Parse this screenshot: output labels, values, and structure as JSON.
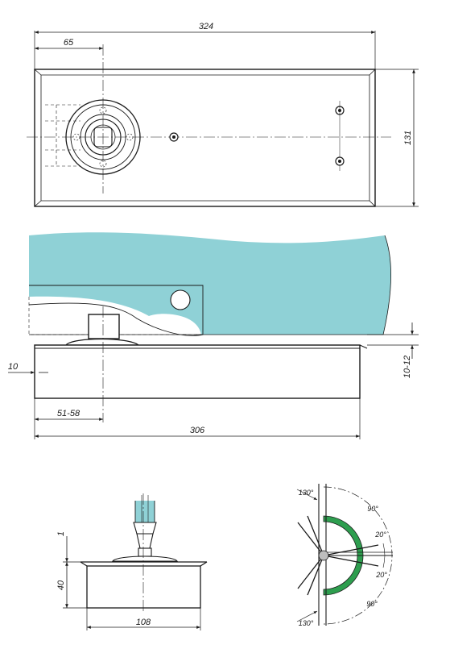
{
  "top_view": {
    "dim_total_length": "324",
    "dim_spindle_offset": "65",
    "dim_width": "131"
  },
  "side_view": {
    "dim_recess": "10",
    "dim_floor_gap": "10-12",
    "dim_spindle_range": "51-58",
    "dim_body_length": "306"
  },
  "end_view": {
    "dim_top": "1",
    "dim_height": "40",
    "dim_width": "108"
  },
  "angle_view": {
    "label_top_max": "130°",
    "label_bottom_max": "130°",
    "label_top_quadrant": "90°",
    "label_bottom_quadrant": "90°",
    "label_upper_hold": "20°",
    "label_lower_hold": "20°"
  },
  "colors": {
    "glass": "#8fd1d6",
    "track": "#2e9e4f",
    "hub": "#bdbdbd"
  }
}
